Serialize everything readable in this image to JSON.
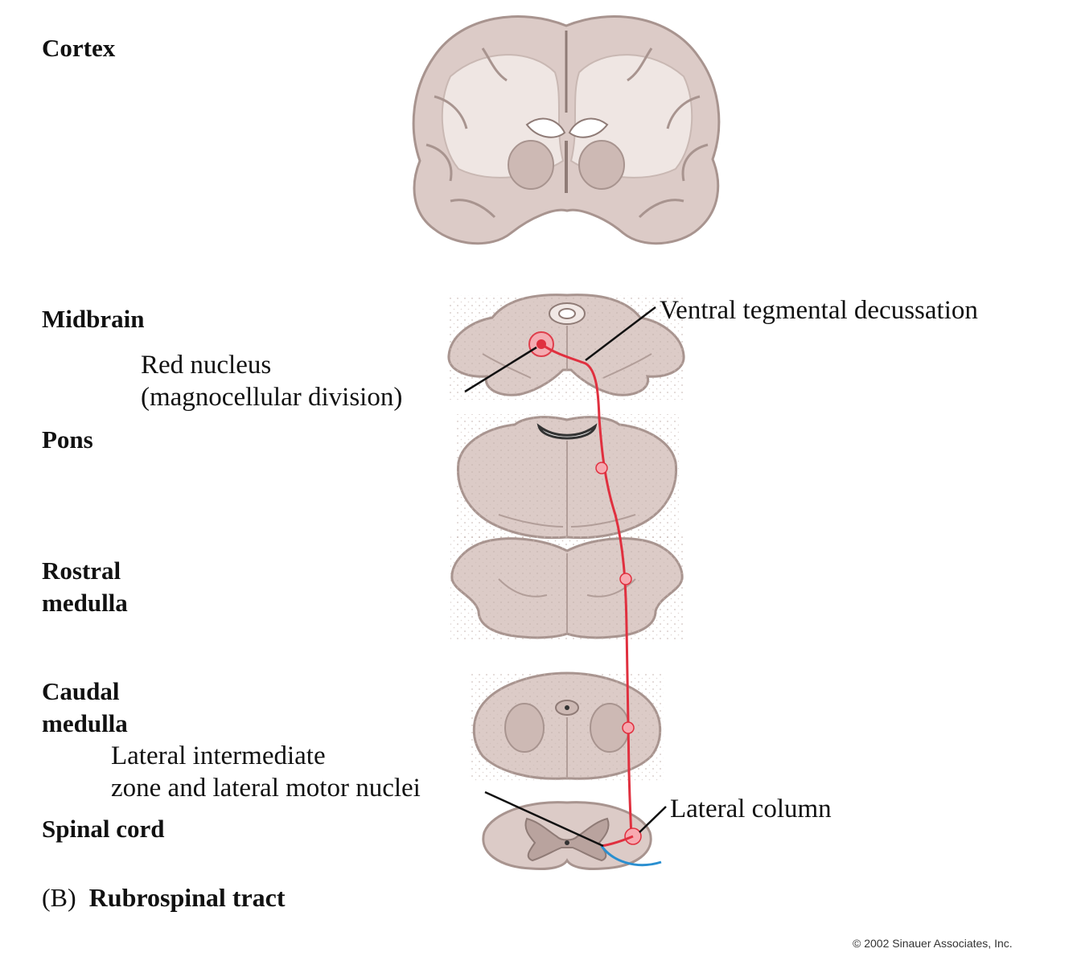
{
  "levels": {
    "cortex": "Cortex",
    "midbrain": "Midbrain",
    "pons": "Pons",
    "rostral_medulla": "Rostral\nmedulla",
    "caudal_medulla": "Caudal\nmedulla",
    "spinal_cord": "Spinal cord"
  },
  "labels": {
    "ventral_tegmental_decussation": "Ventral tegmental decussation",
    "red_nucleus": "Red nucleus\n(magnocellular division)",
    "lateral_intermediate_zone": "Lateral intermediate\nzone and lateral motor nuclei",
    "lateral_column": "Lateral column"
  },
  "caption": {
    "panel": "(B)",
    "title": "Rubrospinal tract"
  },
  "copyright": "© 2002 Sinauer Associates, Inc.",
  "colors": {
    "tissue": "#dcccc8",
    "tissue_edge": "#a8948f",
    "white_matter": "#efe6e3",
    "tract": "#e0303f",
    "tract_highlight": "#f7a9b0",
    "efferent": "#2a8fd0"
  }
}
